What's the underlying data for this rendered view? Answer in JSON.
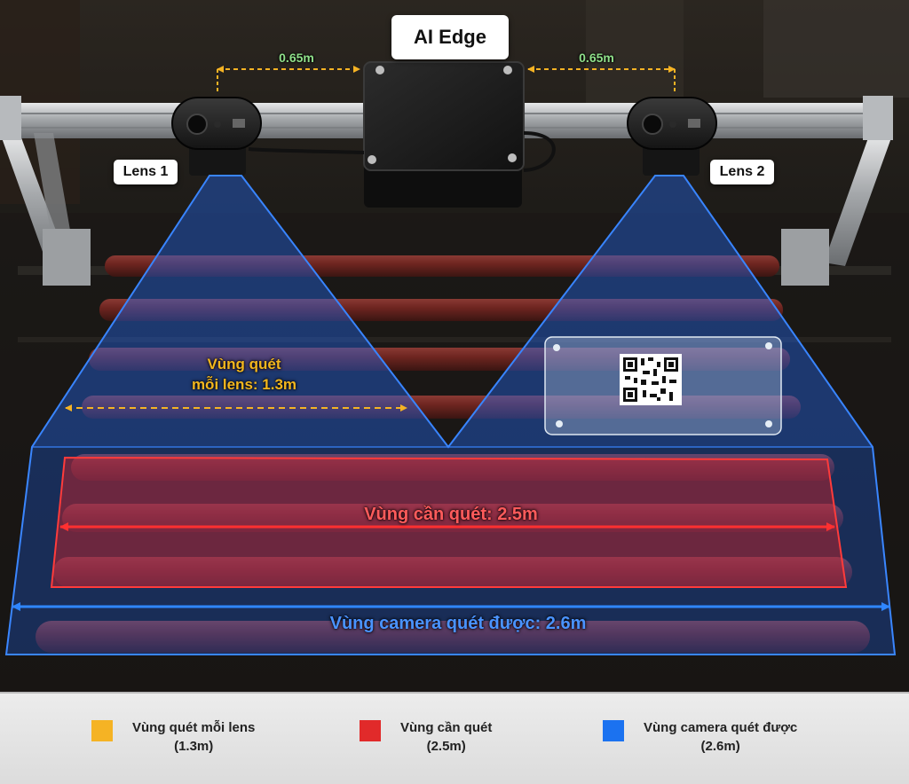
{
  "diagram": {
    "title": "AI Edge",
    "lens_labels": [
      "Lens 1",
      "Lens 2"
    ],
    "distance_left": "0.65m",
    "distance_right": "0.65m",
    "lens_zone_label_line1": "Vùng quét",
    "lens_zone_label_line2": "mỗi lens: 1.3m",
    "need_zone_label": "Vùng cần quét: 2.5m",
    "camera_zone_label": "Vùng camera quét được: 2.6m",
    "qr_icon": "qr-code-icon"
  },
  "legend": [
    {
      "label": "Vùng quét mỗi lens",
      "value": "(1.3m)",
      "color": "#f5b324"
    },
    {
      "label": "Vùng cần quét",
      "value": "(2.5m)",
      "color": "#e12a2a"
    },
    {
      "label": "Vùng camera quét được",
      "value": "(2.6m)",
      "color": "#1b72f0"
    }
  ],
  "colors": {
    "lens_zone": "#f5b324",
    "need_zone": "#e12a2a",
    "camera_zone": "#1b72f0",
    "distance": "#8fe08a"
  }
}
